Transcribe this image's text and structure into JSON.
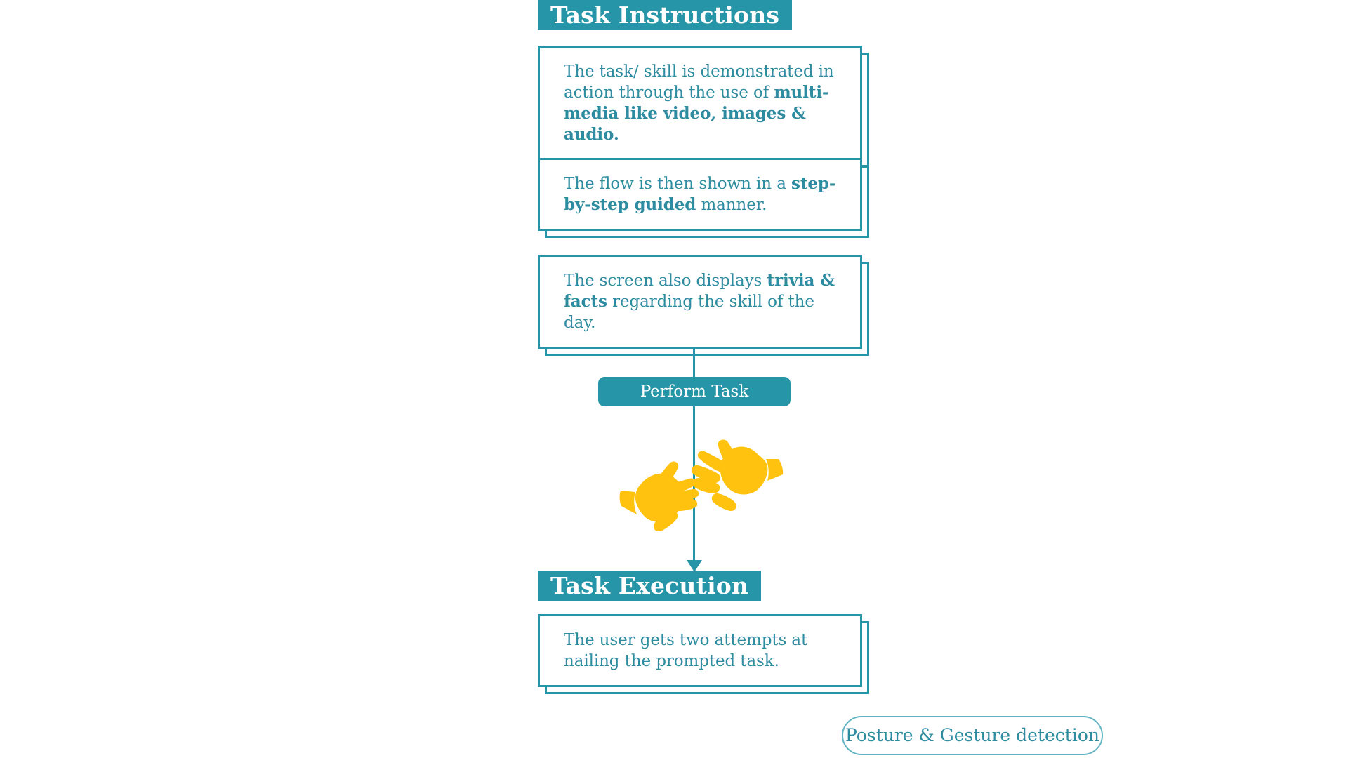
{
  "theme": {
    "teal": "#2695a7",
    "teal_text": "#2e8ca0",
    "teal_light": "#63b5c3",
    "hand_yellow": "#FFC20E",
    "background": "#ffffff"
  },
  "sections": {
    "instructions": {
      "banner_label": "Task Instructions",
      "cards": [
        {
          "id": "card-1",
          "parts": [
            {
              "text": "The task/ skill is demonstrated in action through the use of ",
              "bold": false
            },
            {
              "text": "multi-media like video, images & audio.",
              "bold": true
            }
          ],
          "plain": "The task/ skill is demonstrated in action through the use of multi-media like video, images & audio."
        },
        {
          "id": "card-2",
          "parts": [
            {
              "text": "The flow is then shown in a ",
              "bold": false
            },
            {
              "text": "step-by-step guided",
              "bold": true
            },
            {
              "text": " manner.",
              "bold": false
            }
          ],
          "plain": "The flow is then shown in a step-by-step guided manner."
        },
        {
          "id": "card-3",
          "parts": [
            {
              "text": "The screen also displays ",
              "bold": false
            },
            {
              "text": "trivia & facts",
              "bold": true
            },
            {
              "text": " regarding the skill of the day.",
              "bold": false
            }
          ],
          "plain": "The screen also displays trivia & facts regarding the skill of the day."
        }
      ]
    },
    "execution": {
      "banner_label": "Task Execution",
      "cards": [
        {
          "id": "card-4",
          "parts": [
            {
              "text": "The user gets two attempts at nailing the prompted task.",
              "bold": false
            }
          ],
          "plain": "The user gets two attempts at nailing the prompted task."
        }
      ]
    }
  },
  "flow": {
    "perform_task_label": "Perform Task",
    "illustration_name": "two-hands-reaching-icon",
    "arrow_direction": "down"
  },
  "footer": {
    "posture_pill_label": "Posture & Gesture detection"
  }
}
